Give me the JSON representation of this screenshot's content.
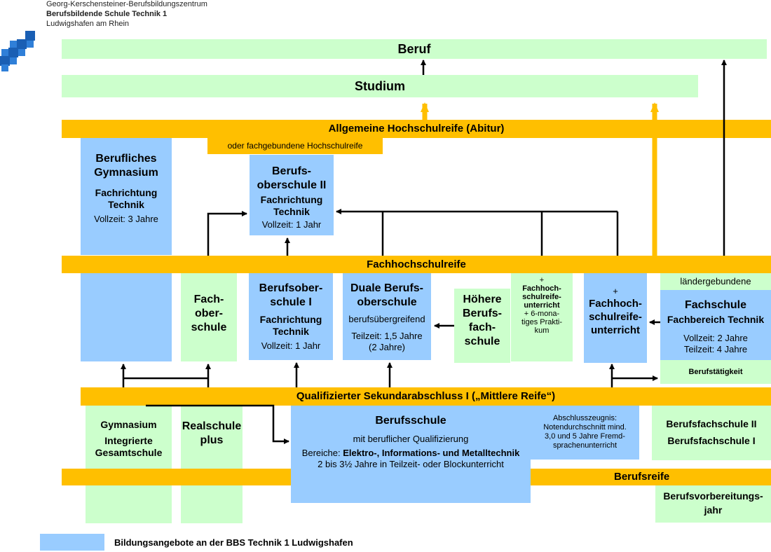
{
  "header": {
    "line1": "Georg-Kerschensteiner-Berufsbildungszentrum",
    "line2": "Berufsbildende Schule Technik 1",
    "line3": "Ludwigshafen am Rhein"
  },
  "bars": {
    "beruf": "Beruf",
    "studium": "Studium",
    "abitur": "Allgemeine Hochschulreife (Abitur)",
    "fachgebunden": "oder fachgebundene Hochschulreife",
    "fhr": "Fachhochschulreife",
    "mittlere_reife": "Qualifizierter Sekundarabschluss I („Mittlere Reife“)",
    "berufsreife": "Berufsreife"
  },
  "boxes": {
    "bg": {
      "title1": "Berufliches",
      "title2": "Gymnasium",
      "sub1": "Fachrichtung",
      "sub2": "Technik",
      "time": "Vollzeit: 3 Jahre"
    },
    "bos2": {
      "title1": "Berufs-",
      "title2": "oberschule II",
      "sub1": "Fachrichtung",
      "sub2": "Technik",
      "time": "Vollzeit: 1 Jahr"
    },
    "fos": {
      "l1": "Fach-",
      "l2": "ober-",
      "l3": "schule"
    },
    "bos1": {
      "title1": "Berufsober-",
      "title2": "schule I",
      "sub1": "Fachrichtung",
      "sub2": "Technik",
      "time": "Vollzeit: 1 Jahr"
    },
    "dbos": {
      "title1": "Duale Berufs-",
      "title2": "oberschule",
      "sub": "berufsübergreifend",
      "time1": "Teilzeit: 1,5 Jahre",
      "time2": "(2 Jahre)"
    },
    "hbf": {
      "l1": "Höhere",
      "l2": "Berufs-",
      "l3": "fach-",
      "l4": "schule"
    },
    "fhr_unterricht_small": {
      "l1": "+",
      "l2": "Fachhoch-",
      "l3": "schulreife-",
      "l4": "unterricht",
      "l5": "+ 6-mona-",
      "l6": "tiges Prakti-",
      "l7": "kum"
    },
    "fhr_unterricht_blue": {
      "l1": "+",
      "l2": "Fachhoch-",
      "l3": "schulreife-",
      "l4": "unterricht"
    },
    "fachschule": {
      "top": "ländergebundene",
      "title": "Fachschule",
      "sub": "Fachbereich Technik",
      "time1": "Vollzeit: 2 Jahre",
      "time2": "Teilzeit: 4 Jahre",
      "berufstaetigkeit": "Berufstätigkeit"
    },
    "gym": {
      "l1": "Gymnasium",
      "l2": "Integrierte",
      "l3": "Gesamtschule"
    },
    "realschule": {
      "l1": "Realschule",
      "l2": "plus"
    },
    "berufsschule": {
      "title": "Berufsschule",
      "sub": "mit beruflicher Qualifizierung",
      "bereiche_prefix": "Bereiche: ",
      "bereiche_bold": "Elektro-, Informations- und Metalltechnik",
      "duration": "2 bis 3½ Jahre in Teilzeit- oder Blockunterricht"
    },
    "abschluss": {
      "l1": "Abschlusszeugnis:",
      "l2": "Notendurchschnitt mind.",
      "l3": "3,0 und 5 Jahre Fremd-",
      "l4": "sprachenunterricht"
    },
    "bfs": {
      "l1": "Berufsfachschule II",
      "l2": "Berufsfachschule I"
    },
    "bvj": {
      "l1": "Berufsvorbereitungs-",
      "l2": "jahr"
    }
  },
  "legend": {
    "text": "Bildungsangebote an der BBS Technik 1 Ludwigshafen",
    "color": "#99ccff"
  },
  "colors": {
    "green": "#ccffcc",
    "blue": "#99ccff",
    "orange": "#ffbf00",
    "logo": "#1a5fb4"
  }
}
